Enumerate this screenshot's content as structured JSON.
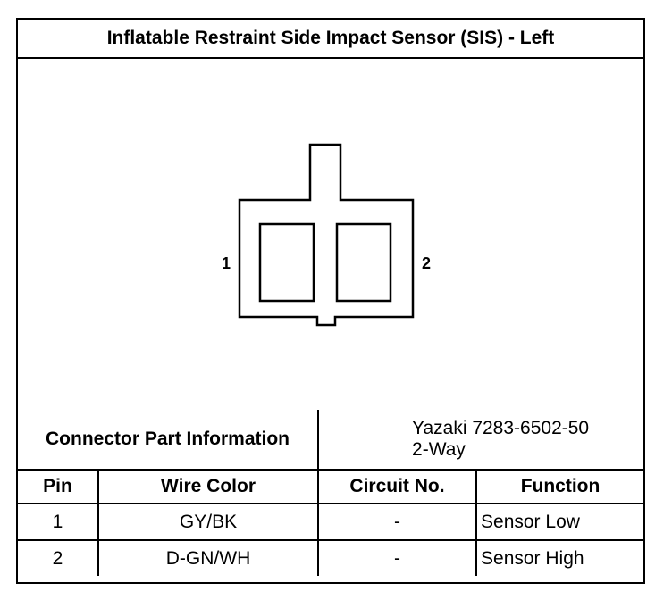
{
  "title": "Inflatable Restraint Side Impact Sensor (SIS) - Left",
  "diagram": {
    "pin_left_label": "1",
    "pin_right_label": "2"
  },
  "connector": {
    "info_label": "Connector Part Information",
    "part_number": "Yazaki 7283-6502-50",
    "ways": "2-Way"
  },
  "table": {
    "headers": [
      "Pin",
      "Wire Color",
      "Circuit No.",
      "Function"
    ],
    "rows": [
      {
        "pin": "1",
        "wire_color": "GY/BK",
        "circuit": "-",
        "function": "Sensor Low"
      },
      {
        "pin": "2",
        "wire_color": "D-GN/WH",
        "circuit": "-",
        "function": "Sensor High"
      }
    ]
  }
}
